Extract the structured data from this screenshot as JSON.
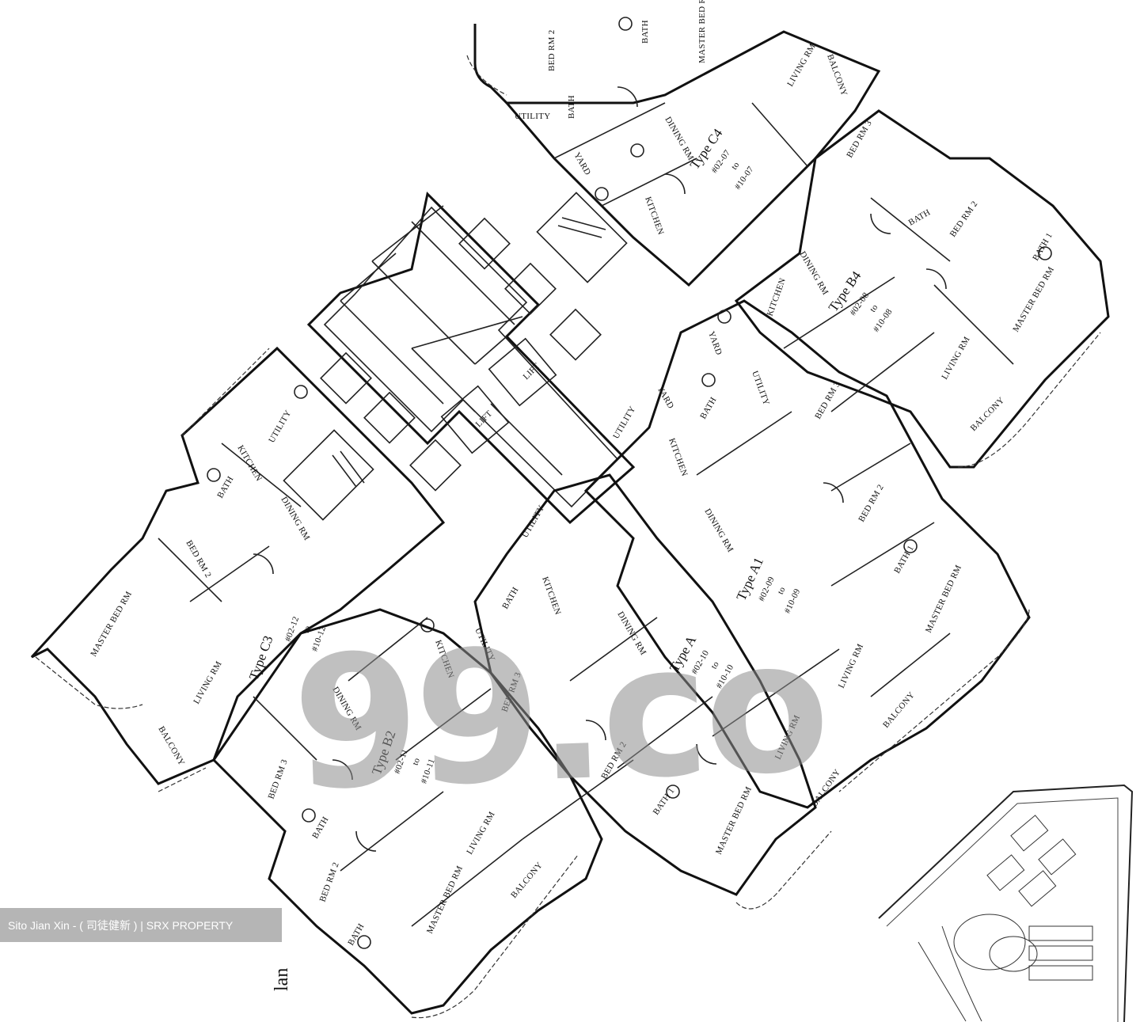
{
  "rooms": {
    "master_bed": "MASTER BED RM",
    "bed2": "BED RM 2",
    "bed3": "BED RM 3",
    "bath": "BATH",
    "bath1": "BATH 1",
    "utility": "UTILITY",
    "yard": "YARD",
    "kitchen": "KITCHEN",
    "dining": "DINING RM",
    "living": "LIVING RM",
    "balcony": "BALCONY",
    "lift": "LIFT",
    "to": "to"
  },
  "units": {
    "c4": {
      "type": "Type C4",
      "from": "#02-07",
      "to": "#10-07"
    },
    "b4": {
      "type": "Type B4",
      "from": "#02-08",
      "to": "#10-08"
    },
    "a": {
      "type": "Type A",
      "from": "#02-10",
      "to": "#10-10"
    },
    "a1": {
      "type": "Type A1",
      "from": "#02-09",
      "to": "#10-09"
    },
    "c3": {
      "type": "Type C3",
      "from": "#02-12",
      "to": "#10-12"
    },
    "b2": {
      "type": "Type B2",
      "from": "#02-11",
      "to": "#10-11"
    }
  },
  "watermark": "99.co",
  "credit": "Sito Jian Xin - ( 司徒健新 ) | SRX PROPERTY",
  "caption": "lan"
}
